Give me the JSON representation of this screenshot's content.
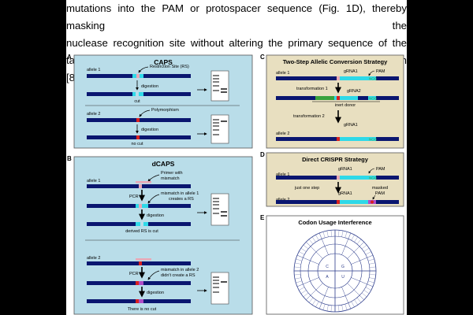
{
  "paragraph": {
    "lines": [
      "mutations into the PAM or protospacer sequence (Fig. 1D), thereby masking the",
      "nuclease recognition site without altering the primary sequence of the target protein",
      "[8]."
    ]
  },
  "figure": {
    "colors": {
      "panel_blue": "#b9dde9",
      "panel_tan": "#e8dfc0",
      "dna_dark": "#0a1670",
      "dna_cyan": "#2fd9e8",
      "pink": "#e9a7b6",
      "red": "#d92020",
      "purple": "#b04cc7",
      "green": "#39a23c",
      "gel_bg": "#ffffff"
    },
    "panelA": {
      "letter": "A",
      "title": "CAPS",
      "allele1": "allele 1",
      "rs_label": "Restriction Site (RS)",
      "digestion1": "digestion",
      "cut": "cut",
      "allele2": "allele 2",
      "polymorphism": "Polymorphism",
      "digestion2": "digestion",
      "no_cut": "no cut"
    },
    "panelB": {
      "letter": "B",
      "title": "dCAPS",
      "allele1": "allele 1",
      "primer_with": "Primer with",
      "mismatch": "mismatch",
      "pcr1": "PCR",
      "mm1_line1": "mismatch in allele 1",
      "mm1_line2": "creates a RS",
      "digestion1": "digestion",
      "derived": "derived RS is cut",
      "allele2": "allele 2",
      "pcr2": "PCR",
      "mm2_line1": "mismatch in allele 2",
      "mm2_line2": "didn't create a RS",
      "digestion2": "digestion",
      "no_cut": "There is no cut"
    },
    "panelC": {
      "letter": "C",
      "title": "Two-Step Allelic Conversion Strategy",
      "allele1": "allele 1",
      "grna1a": "gRNA1",
      "pam": "PAM",
      "ngg": "NGG",
      "transformation1": "transformation 1",
      "grna2": "gRNA2",
      "inert": "inert donor",
      "transformation2": "transformation 2",
      "grna1b": "gRNA1",
      "allele2": "allele 2"
    },
    "panelD": {
      "letter": "D",
      "title": "Direct CRISPR Strategy",
      "allele1": "allele 1",
      "grna1a": "gRNA1",
      "pam": "PAM",
      "ngg": "NGG",
      "one_step": "just one step",
      "grna1b": "gRNA1",
      "masked1": "masked",
      "masked2": "PAM",
      "allele2": "allele 2"
    },
    "panelE": {
      "letter": "E",
      "title": "Codon Usage Interference",
      "quadrants": [
        "C",
        "G",
        "A",
        "U"
      ]
    }
  }
}
